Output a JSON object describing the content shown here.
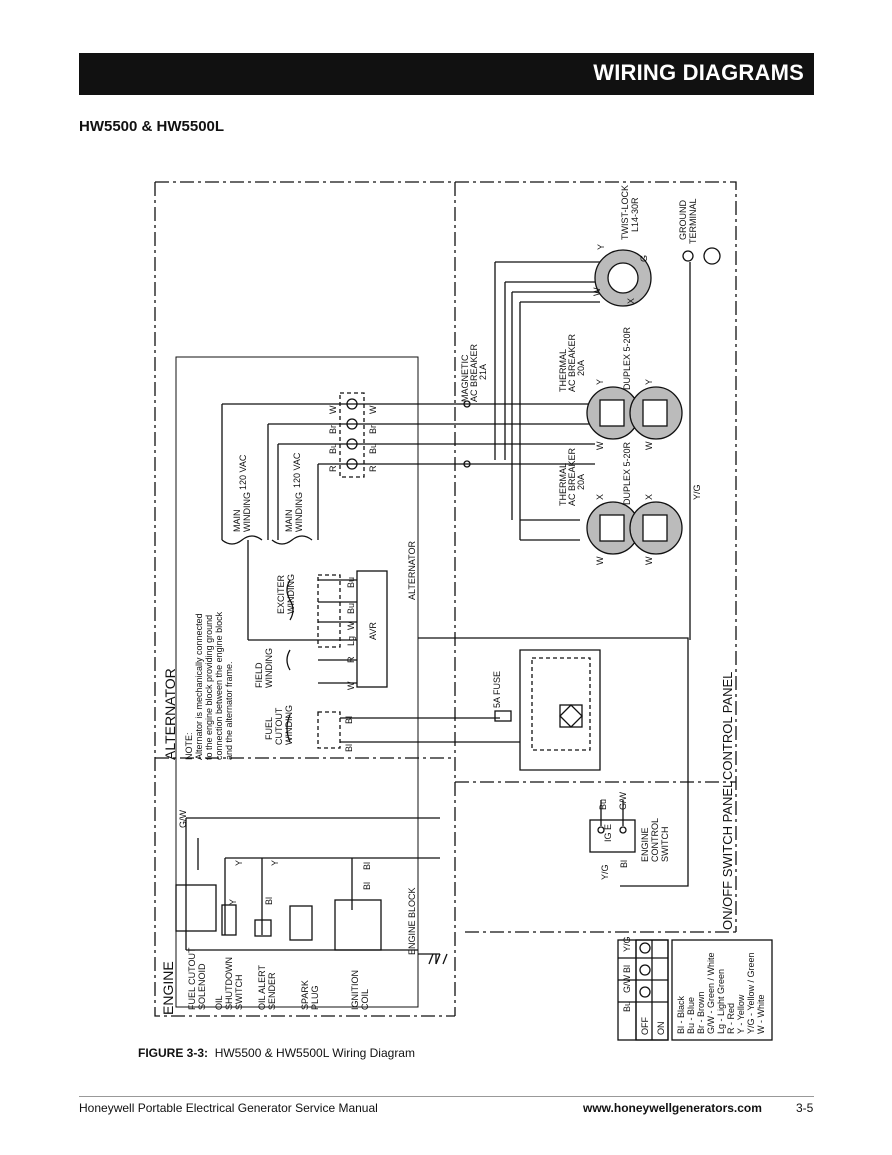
{
  "header": {
    "section_title": "WIRING DIAGRAMS",
    "model_title": "HW5500 & HW5500L"
  },
  "diagram": {
    "regions": {
      "alternator": "ALTERNATOR",
      "engine": "ENGINE",
      "engine_block": "ENGINE BLOCK",
      "alternator_inner": "ALTERNATOR",
      "on_off_panel": "ON/OFF SWITCH PANEL",
      "control_panel": "CONTROL PANEL"
    },
    "note": [
      "NOTE:",
      "Alternator is mechanically connected",
      "to the engine block providing ground",
      "connection between the engine block",
      "and the alternator frame."
    ],
    "components": {
      "main_winding_1": [
        "MAIN",
        "WINDING"
      ],
      "main_winding_2": [
        "MAIN",
        "WINDING"
      ],
      "vac_1": "120 VAC",
      "vac_2": "120 VAC",
      "exciter_winding": [
        "EXCITER",
        "WINDING"
      ],
      "avr": "AVR",
      "field_winding": [
        "FIELD",
        "WINDING"
      ],
      "fuel_cutout_winding": [
        "FUEL",
        "CUTOUT",
        "WINDING"
      ],
      "fuse": "5A FUSE",
      "fuel_cutout_solenoid": [
        "FUEL CUTOUT",
        "SOLENOID"
      ],
      "oil_shutdown": [
        "OIL",
        "SHUTDOWN",
        "SWITCH"
      ],
      "oil_alert": [
        "OIL ALERT",
        "SENDER"
      ],
      "spark_plug": [
        "SPARK",
        "PLUG"
      ],
      "ignition_coil": [
        "IGNITION",
        "COIL"
      ],
      "engine_control_switch": [
        "ENGINE",
        "CONTROL",
        "SWITCH"
      ],
      "magnetic_breaker": [
        "MAGNETIC",
        "AC BREAKER",
        "21A"
      ],
      "thermal_breaker_1": [
        "THERMAL",
        "AC BREAKER",
        "20A"
      ],
      "thermal_breaker_2": [
        "THERMAL",
        "AC BREAKER",
        "20A"
      ],
      "duplex_1": "DUPLEX 5-20R",
      "duplex_2": "DUPLEX 5-20R",
      "twist_lock": [
        "TWIST-LOCK",
        "L14-30R"
      ],
      "ground_terminal": [
        "GROUND",
        "TERMINAL"
      ]
    },
    "wire_labels": {
      "w": "W",
      "br": "Br",
      "bu": "Bu",
      "r": "R",
      "y": "Y",
      "x": "X",
      "g": "G",
      "bl": "Bl",
      "lg": "Lg",
      "gw": "G/W",
      "yg": "Y/G",
      "ig": "IG",
      "e": "E"
    },
    "switch_table": {
      "headers": [
        "Bu",
        "G/W",
        "Bl",
        "Y/G"
      ],
      "rows": [
        "OFF",
        "ON"
      ]
    },
    "color_legend": [
      "Bl - Black",
      "Bu - Blue",
      "Br - Brown",
      "G/W - Green / White",
      "Lg - Light Green",
      "R - Red",
      "Y - Yellow",
      "Y/G - Yellow / Green",
      "W - White"
    ]
  },
  "caption": {
    "label": "FIGURE 3-3:",
    "text": "HW5500 & HW5500L Wiring Diagram"
  },
  "footer": {
    "manual": "Honeywell Portable Electrical Generator Service Manual",
    "url": "www.honeywellgenerators.com",
    "page": "3-5"
  }
}
